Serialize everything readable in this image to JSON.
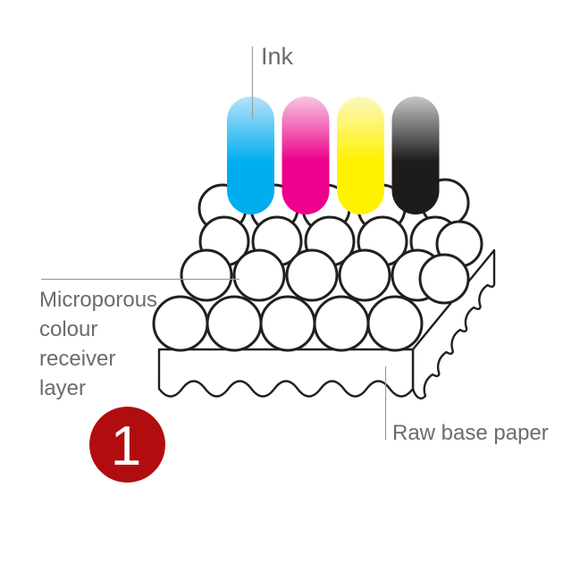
{
  "labels": {
    "ink": "Ink",
    "receiver_layer": "Microporous\ncolour\nreceiver\nlayer",
    "raw_base_paper": "Raw base paper"
  },
  "badge": {
    "number": "1",
    "color": "#b10d10",
    "text_color": "#ffffff"
  },
  "ink_colors": {
    "cyan": {
      "top": "#b6e3f9",
      "full": "#00aeef"
    },
    "magenta": {
      "top": "#f8c5e0",
      "full": "#ec008c"
    },
    "yellow": {
      "top": "#fcf8c0",
      "full": "#fff200"
    },
    "black": {
      "top": "#c6c6c7",
      "full": "#1e1b1c"
    }
  },
  "diagram": {
    "outline_color": "#231f20",
    "fill_color": "#ffffff",
    "pointer_line_color": "#9d9d9d",
    "label_text_color": "#6b6c6e"
  }
}
